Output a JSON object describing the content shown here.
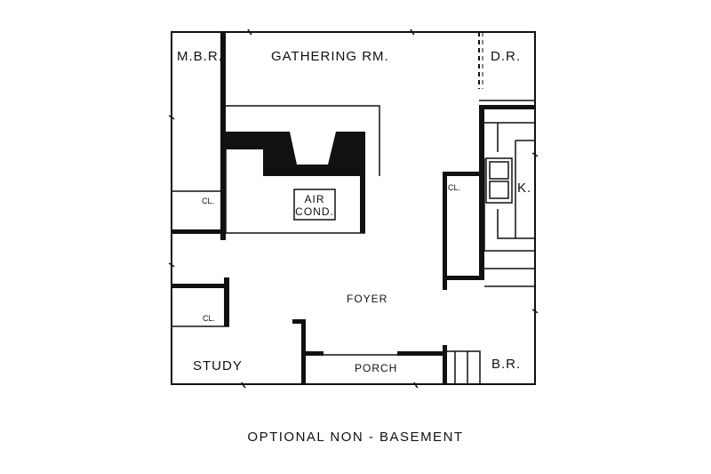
{
  "plan": {
    "rooms": {
      "mbr": "M.B.R.",
      "gathering": "GATHERING RM.",
      "dr": "D.R.",
      "closet_left": "CL.",
      "air_cond_line1": "AIR",
      "air_cond_line2": "COND.",
      "closet_right": "CL.",
      "kitchen": "K.",
      "foyer": "FOYER",
      "closet_study": "CL.",
      "study": "STUDY",
      "porch": "PORCH",
      "br": "B.R."
    },
    "caption": "OPTIONAL NON - BASEMENT"
  }
}
